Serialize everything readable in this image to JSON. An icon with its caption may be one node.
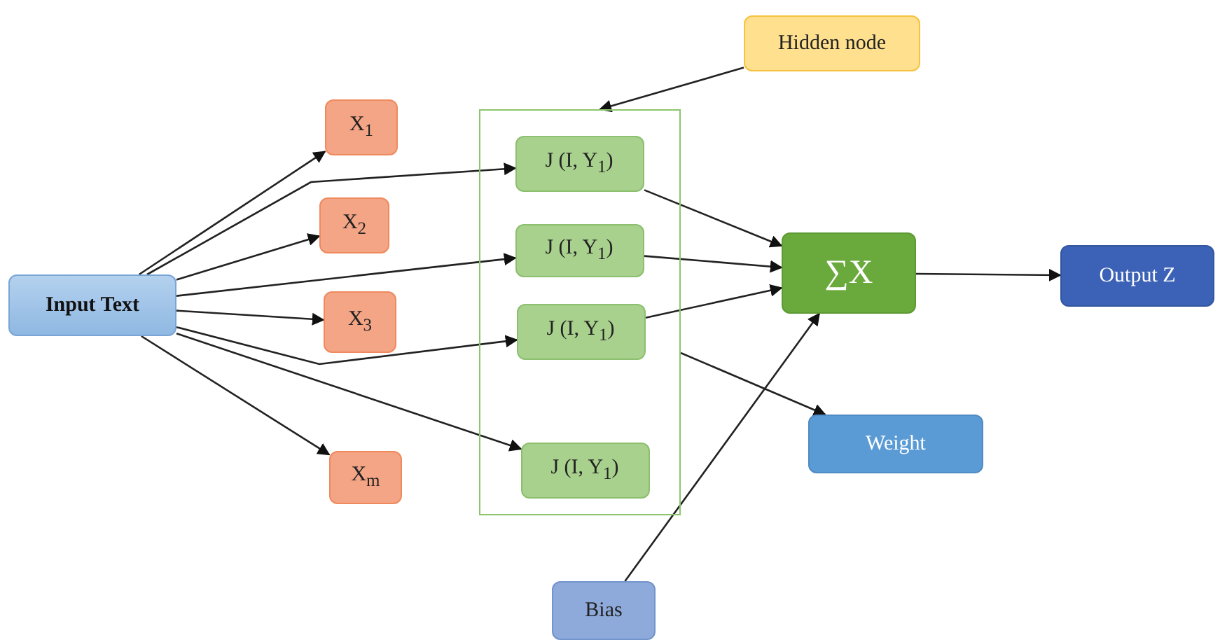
{
  "diagram": {
    "nodes": [
      {
        "text": [
          "Input Text"
        ]
      },
      {
        "text": [
          "X$_{1}$"
        ]
      },
      {
        "text": [
          "X$_{2}$"
        ]
      },
      {
        "text": [
          "X$_{3}$"
        ]
      },
      {
        "text": [
          "X$_{m}$"
        ]
      },
      {
        "text": [
          "Hidden node"
        ]
      },
      {
        "text": [],
        "shape": "box"
      },
      {
        "text": [
          "J (I, Y$_{1}$)"
        ],
        "in": 6
      },
      {
        "text": [
          "J (I, Y$_{1}$)"
        ],
        "in": 6
      },
      {
        "text": [
          "J (I, Y$_{1}$)"
        ],
        "in": 6
      },
      {
        "text": [
          "J (I, Y$_{1}$)"
        ],
        "in": 6
      },
      {
        "text": [
          "∑X"
        ]
      },
      {
        "text": [
          "Output Z"
        ]
      },
      {
        "text": [
          "Weight"
        ]
      },
      {
        "text": [
          "Bias"
        ]
      }
    ],
    "edges": [
      {
        "from": 0,
        "to": 1,
        "arrow": "to"
      },
      {
        "from": 0,
        "to": 2,
        "arrow": "to"
      },
      {
        "from": 0,
        "to": 3,
        "arrow": "to"
      },
      {
        "from": 0,
        "to": 4,
        "arrow": "to"
      },
      {
        "from": 0,
        "to": 7,
        "arrow": "to"
      },
      {
        "from": 0,
        "to": 8,
        "arrow": "to"
      },
      {
        "from": 0,
        "to": 9,
        "arrow": "to"
      },
      {
        "from": 0,
        "to": 10,
        "arrow": "to"
      },
      {
        "from": 5,
        "to": 6,
        "arrow": "to"
      },
      {
        "from": 7,
        "to": 11,
        "arrow": "to"
      },
      {
        "from": 8,
        "to": 11,
        "arrow": "to"
      },
      {
        "from": 9,
        "to": 11,
        "arrow": "to"
      },
      {
        "from": 6,
        "to": 13,
        "arrow": "to"
      },
      {
        "from": 14,
        "to": 11,
        "arrow": "to"
      },
      {
        "from": 11,
        "to": 12,
        "arrow": "to"
      }
    ]
  }
}
